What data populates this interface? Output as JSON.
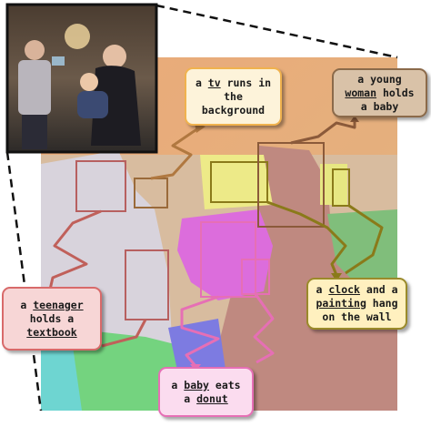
{
  "captions": {
    "tv": {
      "before": "a ",
      "key": "tv",
      "after": " runs in the background"
    },
    "woman": {
      "before": "a young ",
      "key": "woman",
      "after": " holds a baby"
    },
    "teenager": {
      "before": "a ",
      "key": "teenager",
      "mid": " holds a ",
      "key2": "textbook"
    },
    "clock": {
      "before": "a ",
      "key": "clock",
      "mid": " and a ",
      "key2": "painting",
      "after": " hang on the wall"
    },
    "baby": {
      "before": "a ",
      "key": "baby",
      "mid": " eats a ",
      "key2": "donut"
    }
  },
  "colors": {
    "tv": "#f0b24e",
    "woman": "#a97d4f",
    "teenager": "#d86a6a",
    "clock": "#8a7a1a",
    "baby": "#e66fb5",
    "segmentation_wall": "#e0904a",
    "segmentation_person_teen": "#bfb9c7",
    "segmentation_person_woman": "#a45a4e",
    "segmentation_baby": "#d43ad4",
    "segmentation_green": "#52c24a",
    "segmentation_yellow": "#e8e24a"
  }
}
